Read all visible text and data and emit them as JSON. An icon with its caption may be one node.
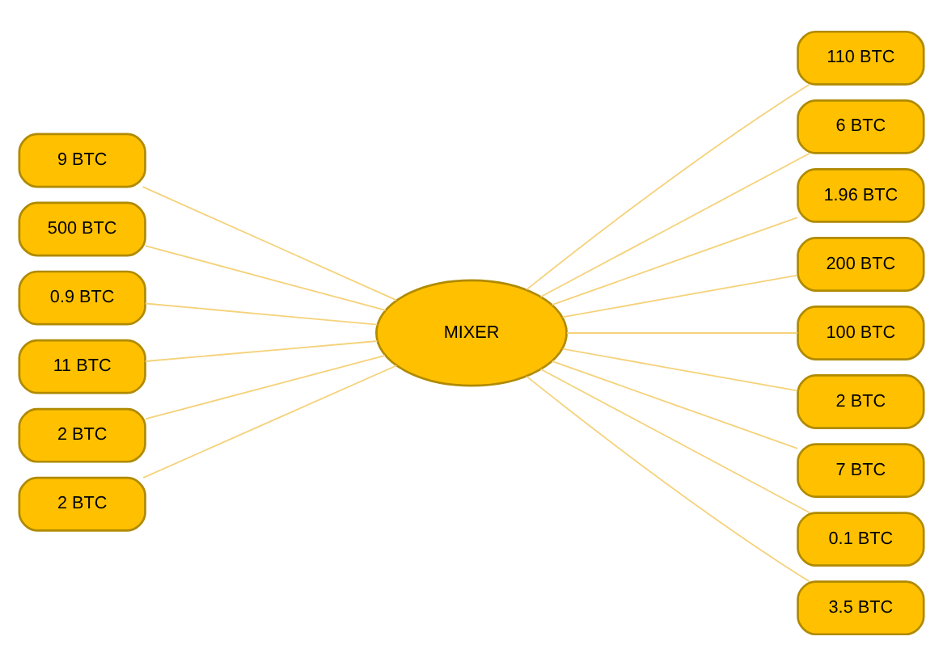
{
  "diagram": {
    "nodes": [
      {
        "text": [
          "9 BTC"
        ]
      },
      {
        "text": [
          "500 BTC"
        ]
      },
      {
        "text": [
          "0.9 BTC"
        ]
      },
      {
        "text": [
          "11 BTC"
        ]
      },
      {
        "text": [
          "2 BTC"
        ]
      },
      {
        "text": [
          "2 BTC"
        ]
      },
      {
        "text": [
          "MIXER"
        ]
      },
      {
        "text": [
          "110 BTC"
        ]
      },
      {
        "text": [
          "6 BTC"
        ]
      },
      {
        "text": [
          "1.96 BTC"
        ]
      },
      {
        "text": [
          "200 BTC"
        ]
      },
      {
        "text": [
          "100 BTC"
        ]
      },
      {
        "text": [
          "2 BTC"
        ]
      },
      {
        "text": [
          "7 BTC"
        ]
      },
      {
        "text": [
          "0.1 BTC"
        ]
      },
      {
        "text": [
          "3.5 BTC"
        ]
      }
    ],
    "edges": [
      {
        "from": 0,
        "to": 6,
        "arrow": "none"
      },
      {
        "from": 1,
        "to": 6,
        "arrow": "none"
      },
      {
        "from": 2,
        "to": 6,
        "arrow": "none"
      },
      {
        "from": 3,
        "to": 6,
        "arrow": "none"
      },
      {
        "from": 4,
        "to": 6,
        "arrow": "none"
      },
      {
        "from": 5,
        "to": 6,
        "arrow": "none"
      },
      {
        "from": 6,
        "to": 7,
        "arrow": "none"
      },
      {
        "from": 6,
        "to": 8,
        "arrow": "none"
      },
      {
        "from": 6,
        "to": 9,
        "arrow": "none"
      },
      {
        "from": 6,
        "to": 10,
        "arrow": "none"
      },
      {
        "from": 6,
        "to": 11,
        "arrow": "none"
      },
      {
        "from": 6,
        "to": 12,
        "arrow": "none"
      },
      {
        "from": 6,
        "to": 13,
        "arrow": "none"
      },
      {
        "from": 6,
        "to": 14,
        "arrow": "none"
      },
      {
        "from": 6,
        "to": 15,
        "arrow": "none"
      }
    ]
  }
}
